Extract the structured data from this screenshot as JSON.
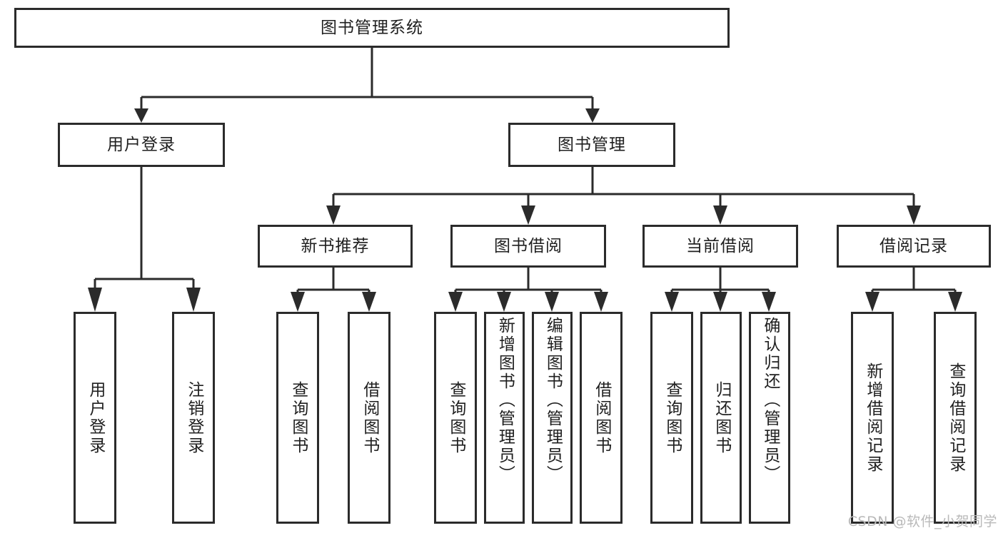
{
  "diagram": {
    "title": "图书管理系统",
    "type": "tree",
    "watermark": "CSDN @软件_小贺同学",
    "root": {
      "label": "图书管理系统"
    },
    "level2": [
      {
        "label": "用户登录"
      },
      {
        "label": "图书管理"
      }
    ],
    "level3": [
      {
        "label": "新书推荐"
      },
      {
        "label": "图书借阅"
      },
      {
        "label": "当前借阅"
      },
      {
        "label": "借阅记录"
      }
    ],
    "leaves": {
      "user_login": [
        {
          "label": "用户登录"
        },
        {
          "label": "注销登录"
        }
      ],
      "new_book": [
        {
          "label": "查询图书"
        },
        {
          "label": "借阅图书"
        }
      ],
      "borrow": [
        {
          "label": "查询图书"
        },
        {
          "label": "新增图书（管理员）"
        },
        {
          "label": "编辑图书（管理员）"
        },
        {
          "label": "借阅图书"
        }
      ],
      "current": [
        {
          "label": "查询图书"
        },
        {
          "label": "归还图书"
        },
        {
          "label": "确认归还（管理员）"
        }
      ],
      "records": [
        {
          "label": "新增借阅记录"
        },
        {
          "label": "查询借阅记录"
        }
      ]
    },
    "colors": {
      "stroke": "#2b2b2b",
      "fill": "#ffffff",
      "text": "#1f1f1f",
      "watermark": "#b9b9b9"
    }
  }
}
